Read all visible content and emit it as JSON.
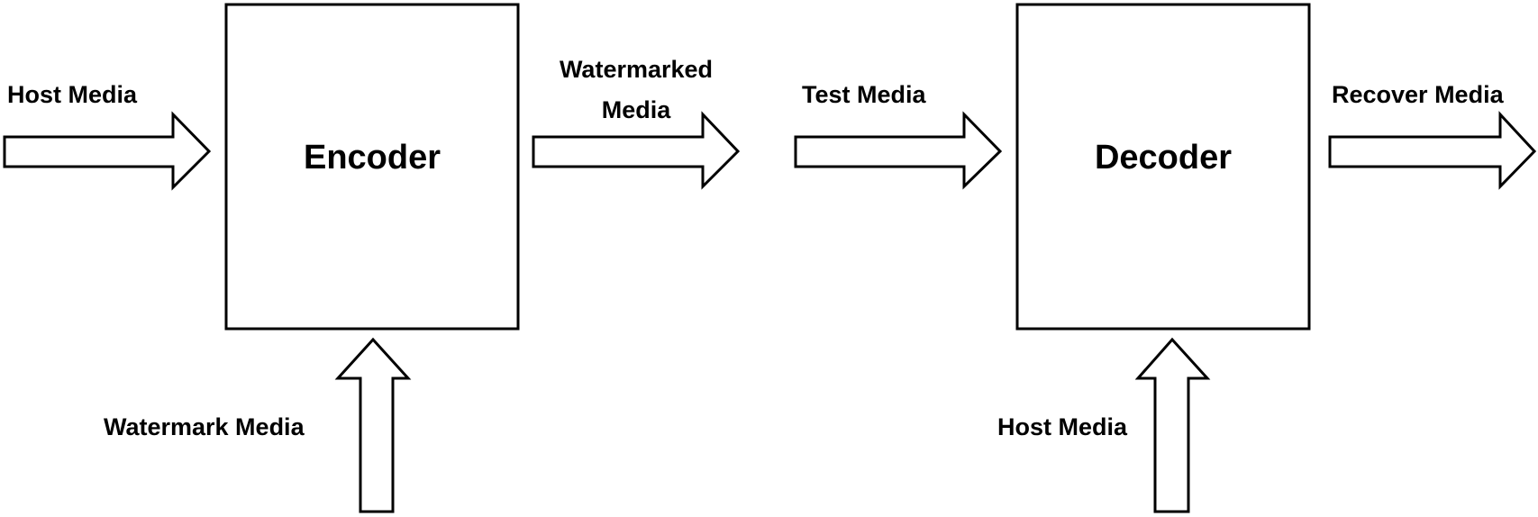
{
  "blocks": {
    "encoder": "Encoder",
    "decoder": "Decoder"
  },
  "labels": {
    "host_media_in": "Host Media",
    "watermarked_media_line1": "Watermarked",
    "watermarked_media_line2": "Media",
    "test_media": "Test Media",
    "recover_media": "Recover Media",
    "watermark_media": "Watermark Media",
    "host_media_decoder": "Host Media"
  }
}
